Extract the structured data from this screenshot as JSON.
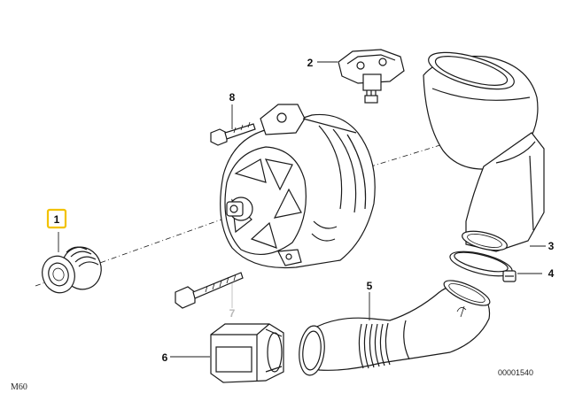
{
  "callouts": {
    "c1": "1",
    "c2": "2",
    "c3": "3",
    "c4": "4",
    "c5": "5",
    "c6": "6",
    "c7": "7",
    "c8": "8"
  },
  "colors": {
    "highlight": "#f2c200",
    "line": "#1a1a1a",
    "muted_callout": "#b8b8b8"
  },
  "diagram_code": "00001540",
  "model": "M60"
}
